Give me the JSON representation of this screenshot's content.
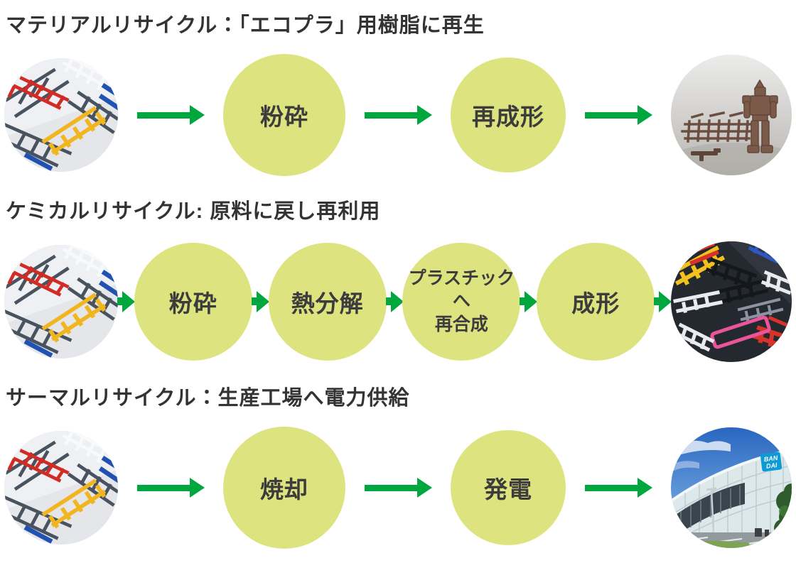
{
  "colors": {
    "arrow_green": "#00a63e",
    "circle_fill": "#dde37f",
    "title_text": "#333333",
    "step_text": "#3c3c3c",
    "background": "#ffffff"
  },
  "rows": [
    {
      "title": "マテリアルリサイクル：「エコプラ」用樹脂に再生",
      "start_image": "plastic-model-runner-sprues-photo",
      "steps": [
        "粉砕",
        "再成形"
      ],
      "end_image": "ecopla-recycled-model-kit-photo"
    },
    {
      "title": "ケミカルリサイクル: 原料に戻し再利用",
      "start_image": "plastic-model-runner-sprues-photo",
      "steps": [
        "粉砕",
        "熱分解",
        "プラスチックへ\n再合成",
        "成形"
      ],
      "end_image": "colorful-runner-sprues-photo"
    },
    {
      "title": "サーマルリサイクル：生産工場へ電力供給",
      "start_image": "plastic-model-runner-sprues-photo",
      "steps": [
        "焼却",
        "発電"
      ],
      "end_image": "bandai-factory-building-photo"
    }
  ],
  "factory_logo": {
    "line1": "BAN",
    "line2": "DAI"
  }
}
